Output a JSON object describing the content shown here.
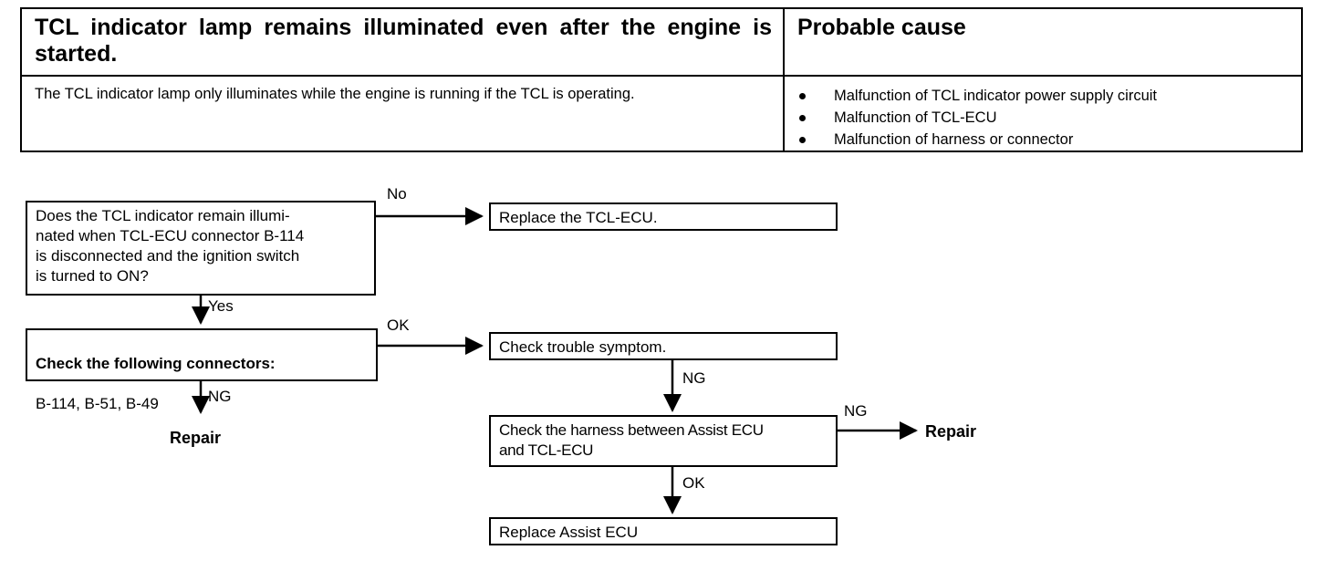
{
  "symptom_table": {
    "columns": [
      "TCL indicator lamp remains illuminated even after the engine is started.",
      "Probable cause"
    ],
    "header_left": "TCL indicator lamp remains illuminated even after the engine is started.",
    "header_right": "Probable cause",
    "description": "The TCL indicator lamp only illuminates while the engine is running if the TCL is operating.",
    "causes": [
      "Malfunction of TCL indicator power supply circuit",
      "Malfunction of TCL-ECU",
      "Malfunction of harness or connector"
    ]
  },
  "flowchart": {
    "boxes": {
      "question": "Does the TCL indicator remain illumi-\nnated when TCL-ECU connector B-114\nis disconnected and the ignition switch\nis turned to ON?",
      "replace_ecu": "Replace the TCL-ECU.",
      "check_connectors_title": "Check the following connectors:",
      "check_connectors_list": "B-114, B-51, B-49",
      "check_symptom": "Check trouble symptom.",
      "check_harness": "Check the harness between Assist ECU\nand  TCL-ECU",
      "replace_assist": "Replace Assist ECU"
    },
    "terminals": {
      "repair_left": "Repair",
      "repair_right": "Repair"
    },
    "edge_labels": {
      "no": "No",
      "yes": "Yes",
      "ok_connectors": "OK",
      "ng_connectors": "NG",
      "ng_symptom": "NG",
      "ng_harness": "NG",
      "ok_harness": "OK"
    }
  },
  "colors": {
    "ink": "#000000",
    "paper": "#ffffff"
  }
}
